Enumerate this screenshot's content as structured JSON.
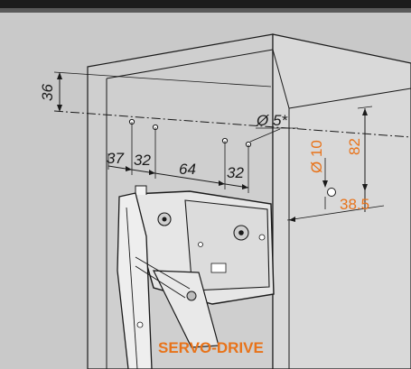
{
  "colors": {
    "background": "#c9c9c9",
    "panel": "#d6d6d6",
    "line": "#1a1a1a",
    "accent": "#e8731a"
  },
  "dimensions": {
    "vertical_offset": "36",
    "spacing_1": "37",
    "spacing_2": "32",
    "spacing_3": "64",
    "spacing_4": "32",
    "hole_small": "Ø 5*",
    "hole_large": "Ø 10",
    "height_82": "82",
    "depth_38_5": "38.5"
  },
  "product_label": "SERVO-DRIVE"
}
